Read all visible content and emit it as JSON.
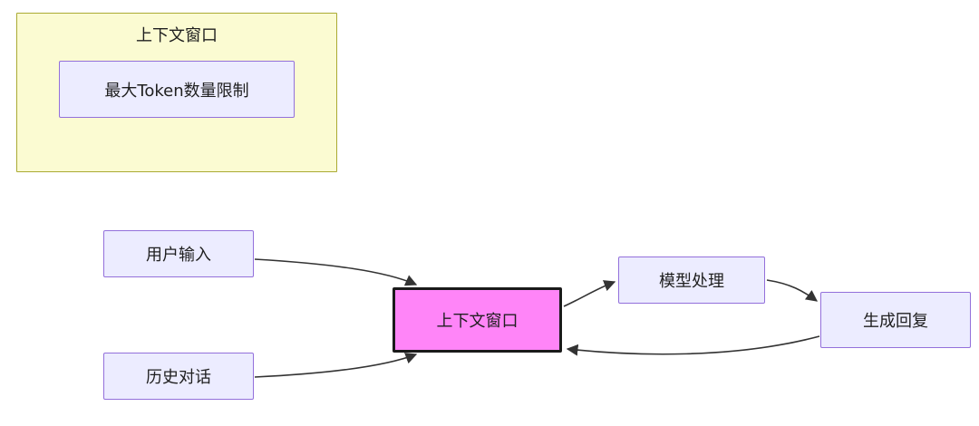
{
  "diagram": {
    "type": "flowchart",
    "cluster": {
      "title": "上下文窗口",
      "fill": "#fbfbd2",
      "border_color": "#aaaa33",
      "inner_node": {
        "label": "最大Token数量限制",
        "fill": "#ECECFF",
        "border_color": "#9370DB"
      }
    },
    "nodes": [
      {
        "id": "user-input",
        "label": "用户输入",
        "fill": "#ECECFF",
        "border_color": "#9370DB"
      },
      {
        "id": "history-dialog",
        "label": "历史对话",
        "fill": "#ECECFF",
        "border_color": "#9370DB"
      },
      {
        "id": "context-window",
        "label": "上下文窗口",
        "fill": "#ff85f8",
        "border_color": "#1a1a1a"
      },
      {
        "id": "model-process",
        "label": "模型处理",
        "fill": "#ECECFF",
        "border_color": "#9370DB"
      },
      {
        "id": "generate-reply",
        "label": "生成回复",
        "fill": "#ECECFF",
        "border_color": "#9370DB"
      }
    ],
    "edges": [
      {
        "from": "用户输入",
        "to": "上下文窗口"
      },
      {
        "from": "历史对话",
        "to": "上下文窗口"
      },
      {
        "from": "上下文窗口",
        "to": "模型处理"
      },
      {
        "from": "模型处理",
        "to": "生成回复"
      },
      {
        "from": "生成回复",
        "to": "上下文窗口"
      }
    ],
    "edge_color": "#333333"
  }
}
